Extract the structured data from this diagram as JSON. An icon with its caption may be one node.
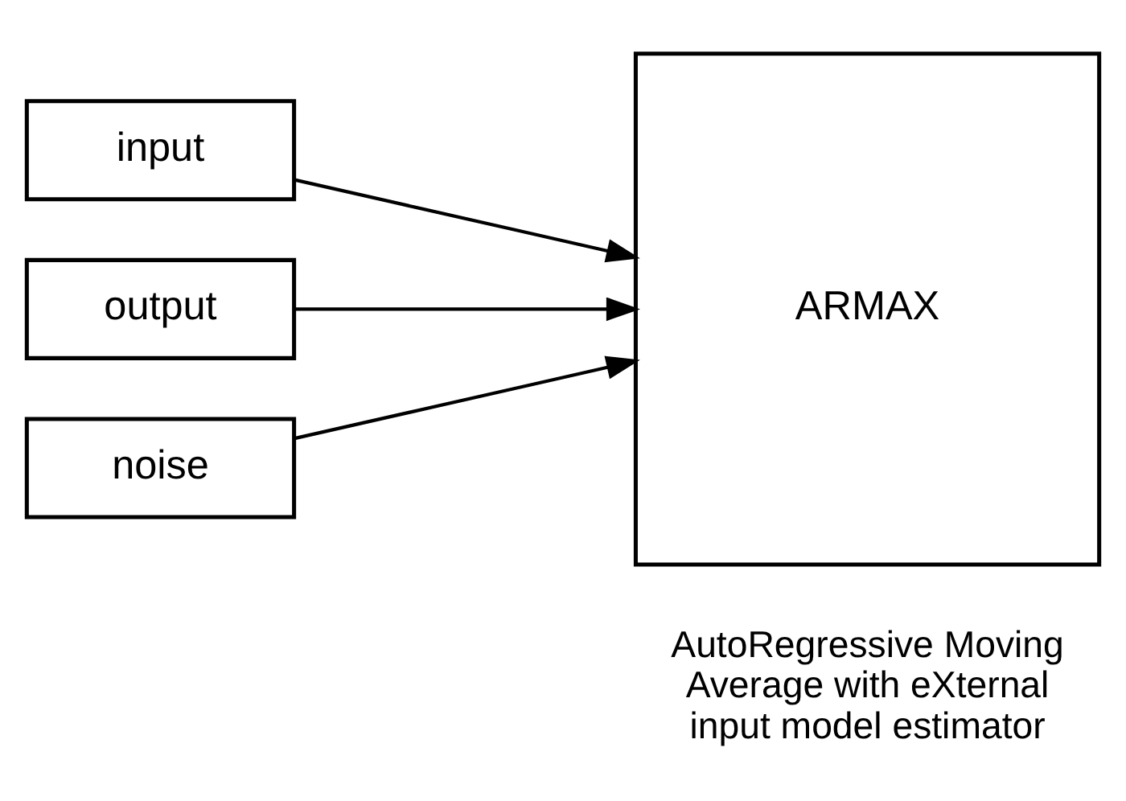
{
  "diagram": {
    "nodes": [
      {
        "text": [
          "input"
        ]
      },
      {
        "text": [
          "output"
        ]
      },
      {
        "text": [
          "noise"
        ]
      },
      {
        "text": [
          "ARMAX"
        ],
        "beside": [
          "AutoRegressive Moving Average with eXternal input model estimator"
        ]
      }
    ],
    "edges": [
      {
        "from": 0,
        "to": 3,
        "arrow": "to"
      },
      {
        "from": 1,
        "to": 3,
        "arrow": "to"
      },
      {
        "from": 2,
        "to": 3,
        "arrow": "to"
      }
    ]
  }
}
